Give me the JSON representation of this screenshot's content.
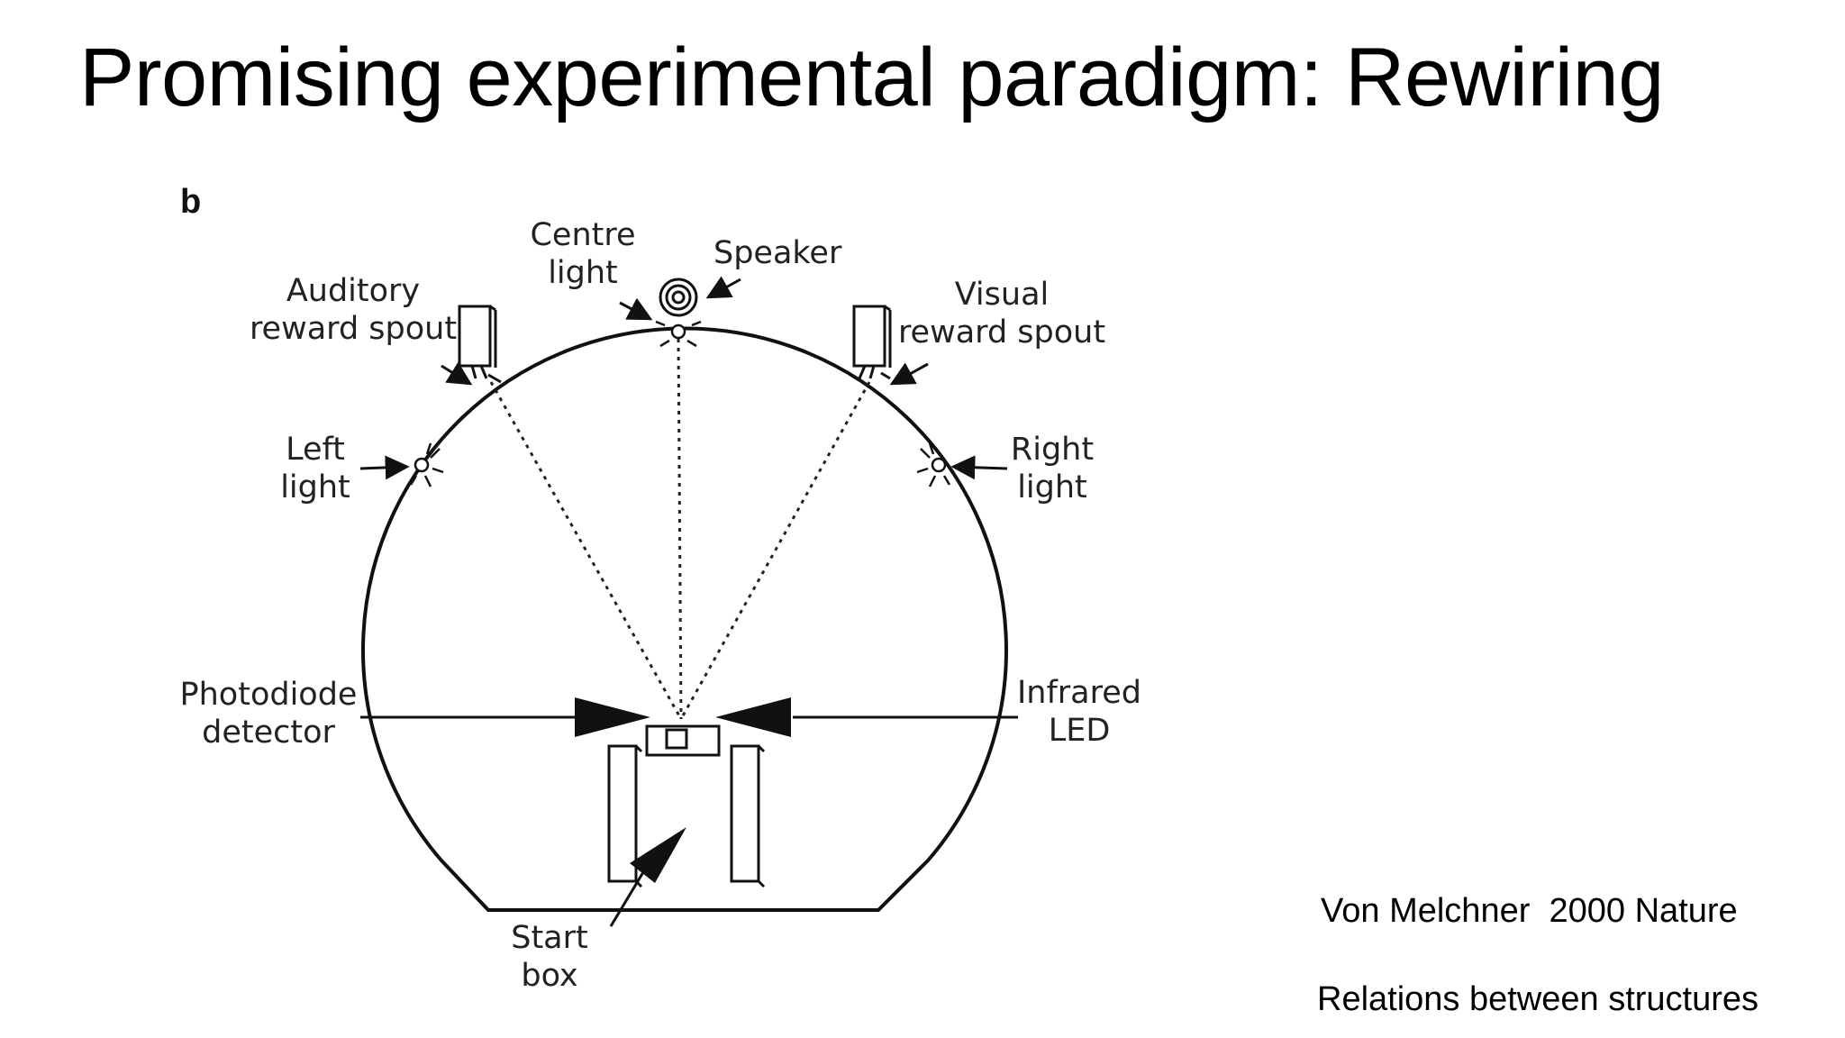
{
  "slide": {
    "title": "Promising experimental paradigm: Rewiring"
  },
  "figure": {
    "panel_letter": "b",
    "labels": {
      "centre_light": [
        "Centre",
        "light"
      ],
      "speaker": "Speaker",
      "auditory_reward_spout": [
        "Auditory",
        "reward spout"
      ],
      "visual_reward_spout": [
        "Visual",
        "reward spout"
      ],
      "left_light": [
        "Left",
        "light"
      ],
      "right_light": [
        "Right",
        "light"
      ],
      "photodiode_detector": [
        "Photodiode",
        "detector"
      ],
      "infrared_led": [
        "Infrared",
        "LED"
      ],
      "start_box": [
        "Start",
        "box"
      ]
    }
  },
  "citation": "Von Melchner  2000 Nature",
  "note": "Relations between structures"
}
